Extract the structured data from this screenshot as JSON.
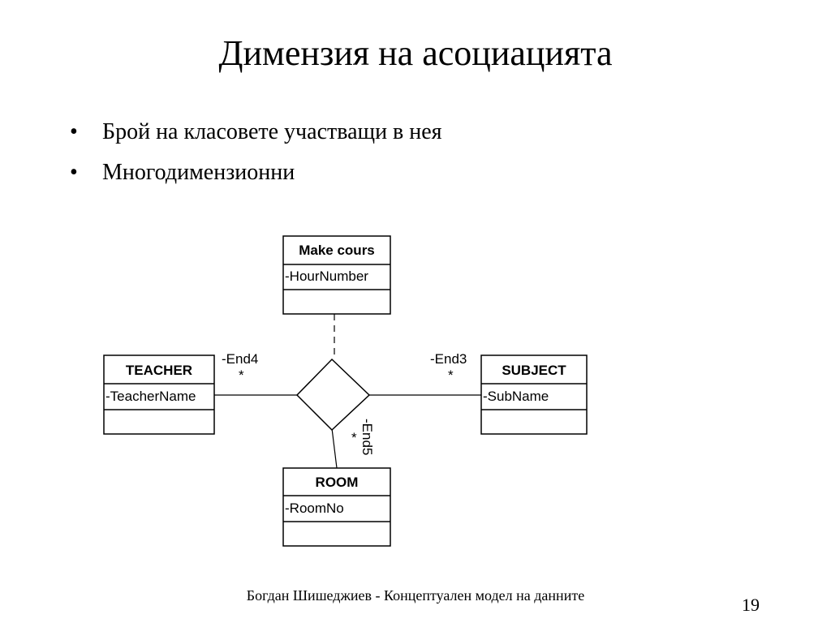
{
  "slide": {
    "title": "Димензия на асоциацията",
    "bullet_glyph": "•",
    "bullets": [
      "Брой на класовете участващи в нея",
      "Многодимензионни"
    ],
    "footer": "Богдан Шишеджиев - Концептуален модел на данните",
    "page_number": "19"
  },
  "diagram": {
    "association_class": {
      "name": "Make cours",
      "attributes": [
        "-HourNumber"
      ]
    },
    "classes": {
      "teacher": {
        "name": "TEACHER",
        "attributes": [
          "-TeacherName"
        ]
      },
      "subject": {
        "name": "SUBJECT",
        "attributes": [
          "-SubName"
        ]
      },
      "room": {
        "name": "ROOM",
        "attributes": [
          "-RoomNo"
        ]
      }
    },
    "ends": {
      "teacher": {
        "role": "-End4",
        "multiplicity": "*"
      },
      "subject": {
        "role": "-End3",
        "multiplicity": "*"
      },
      "room": {
        "role": "-End5",
        "multiplicity": "*"
      }
    }
  }
}
